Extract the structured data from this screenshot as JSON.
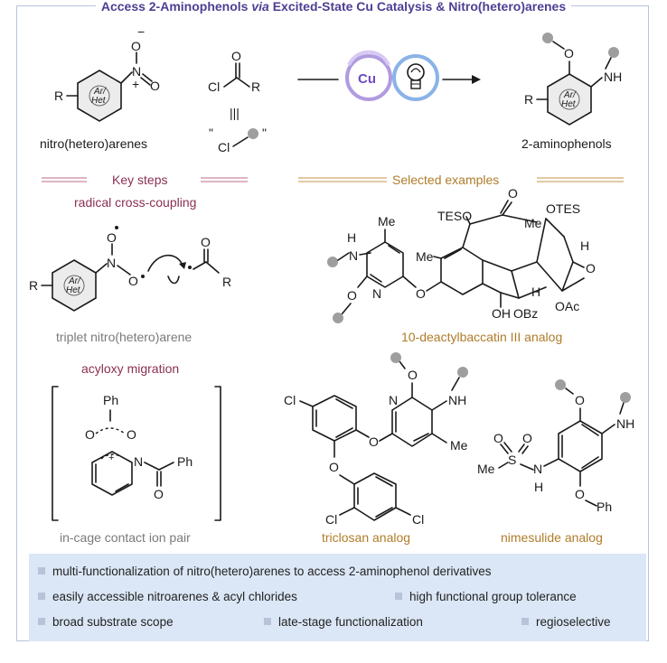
{
  "title": {
    "pre": "Access 2-Aminophenols ",
    "via": "via",
    "post": " Excited-State Cu Catalysis & Nitro(hetero)arenes"
  },
  "scheme": {
    "reactant_label": "nitro(hetero)arenes",
    "product_label": "2-aminophenols",
    "catalyst": "Cu",
    "ring_label_top": "Ar/",
    "ring_label_bottom": "Het",
    "r_group": "R",
    "cl": "Cl",
    "nh": "NH",
    "no2_n": "N",
    "no2_o": "O",
    "equiv_left_quote": "\"",
    "equiv_right_quote": "\"",
    "equiv_bars": "|||"
  },
  "sections": {
    "key_steps": "Key steps",
    "radical_coupling": "radical cross-coupling",
    "triplet_label": "triplet nitro(hetero)arene",
    "acyloxy_migration": "acyloxy migration",
    "ion_pair_label": "in-cage contact ion pair",
    "selected_examples": "Selected examples",
    "baccatin_label": "10-deactylbaccatin III analog",
    "triclosan_label": "triclosan analog",
    "nimesulide_label": "nimesulide analog"
  },
  "structure_text": {
    "tes_o": "TESO",
    "otes": "OTES",
    "me": "Me",
    "h": "H",
    "n": "N",
    "o": "O",
    "oh": "OH",
    "obz": "OBz",
    "oac": "OAc",
    "ph": "Ph",
    "s": "S",
    "me_s": "Me",
    "plus": "+"
  },
  "features": [
    "multi-functionalization of nitro(hetero)arenes to access 2-aminophenol derivatives",
    "easily accessible nitroarenes & acyl chlorides",
    "high functional group tolerance",
    "broad substrate scope",
    "late-stage functionalization",
    "regioselective"
  ],
  "colors": {
    "title": "#4f3e93",
    "key_steps": "#8b2f52",
    "selected": "#b07c2a",
    "gray_label": "#7a7a7a",
    "frame": "#b9c3df",
    "footer_bg": "#dbe7f6",
    "cu_ring": "#b09be0",
    "bulb_ring": "#8ab3e8"
  }
}
